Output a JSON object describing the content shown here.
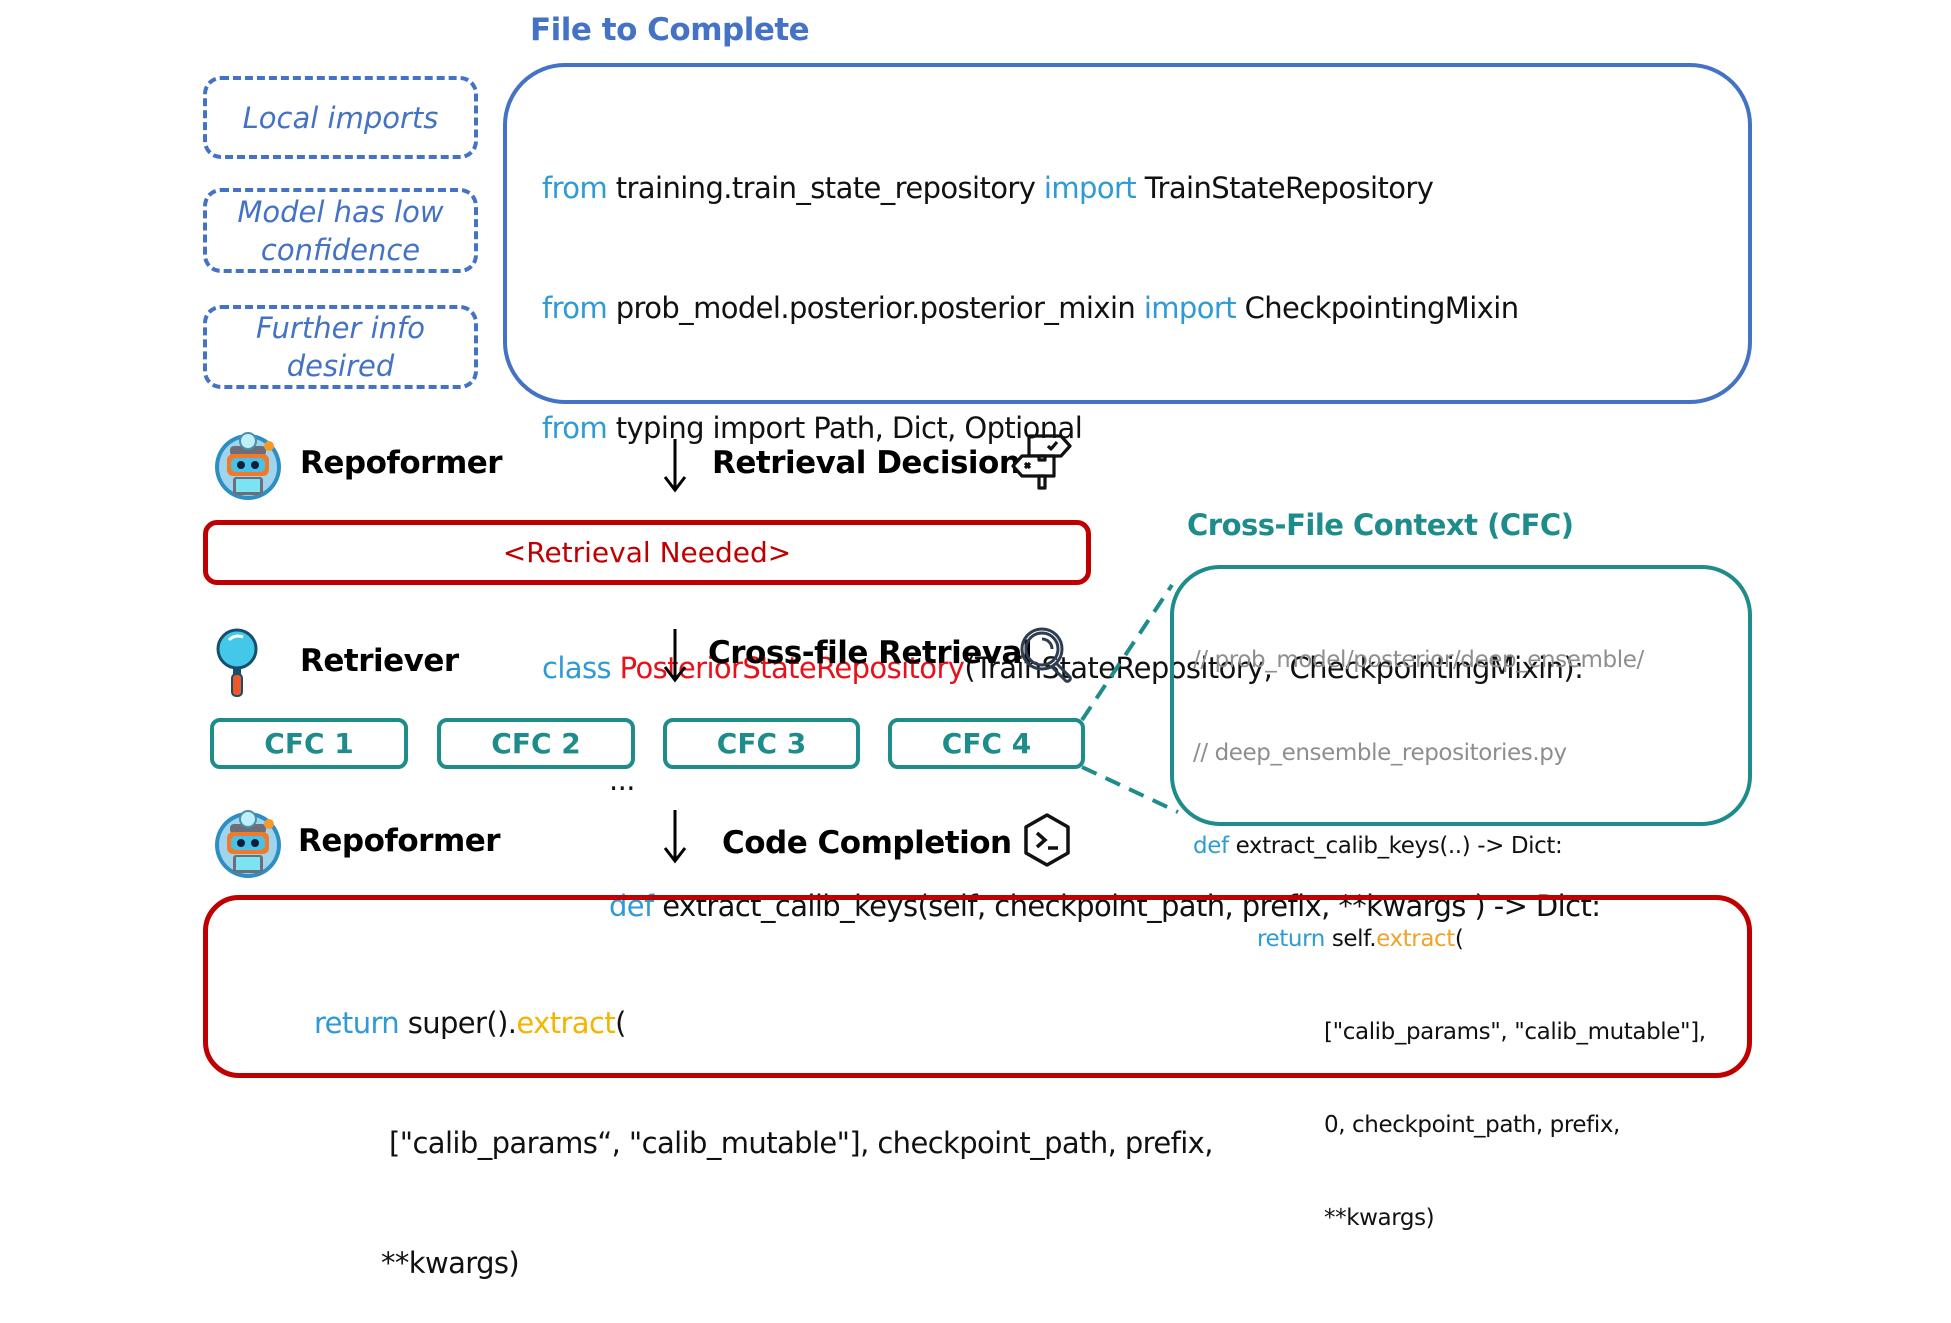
{
  "file_to_complete": {
    "title": "File to Complete",
    "lines": [
      {
        "parts": [
          {
            "t": "from ",
            "c": "kw"
          },
          {
            "t": "training.train_state_repository ",
            "c": ""
          },
          {
            "t": "import ",
            "c": "kw"
          },
          {
            "t": "TrainStateRepository",
            "c": ""
          }
        ]
      },
      {
        "parts": [
          {
            "t": "from ",
            "c": "kw"
          },
          {
            "t": "prob_model.posterior.posterior_mixin ",
            "c": ""
          },
          {
            "t": "import ",
            "c": "kw"
          },
          {
            "t": "CheckpointingMixin",
            "c": ""
          }
        ]
      },
      {
        "parts": [
          {
            "t": "from ",
            "c": "kw"
          },
          {
            "t": "typing import Path, Dict, Optional",
            "c": ""
          }
        ]
      },
      {
        "parts": [
          {
            "t": "class ",
            "c": "kw"
          },
          {
            "t": "PosteriorStateRepository",
            "c": "cls"
          },
          {
            "t": "(TrainStateRepository,  CheckpointingMixin):",
            "c": ""
          }
        ]
      },
      {
        "parts": [
          {
            "t": "...",
            "c": ""
          }
        ]
      },
      {
        "parts": [
          {
            "t": "def ",
            "c": "kw"
          },
          {
            "t": "extract_calib_keys(self, checkpoint_path, prefix, **kwargs ) -> Dict:",
            "c": ""
          }
        ]
      }
    ]
  },
  "triggers": [
    {
      "label": "Local imports"
    },
    {
      "label": "Model has low confidence"
    },
    {
      "label": "Further info desired"
    }
  ],
  "steps": {
    "repoformer_1": {
      "actor": "Repoformer",
      "action": "Retrieval Decision",
      "icon": "signpost-icon"
    },
    "decision_output": "<Retrieval Needed>",
    "retriever": {
      "actor": "Retriever",
      "action": "Cross-file Retrieval",
      "icon": "magnifier-icon"
    },
    "repoformer_2": {
      "actor": "Repoformer",
      "action": "Code Completion",
      "icon": "terminal-icon"
    }
  },
  "cfc_chips": [
    "CFC 1",
    "CFC 2",
    "CFC 3",
    "CFC 4"
  ],
  "cross_file_context": {
    "title": "Cross-File Context (CFC)",
    "lines": [
      {
        "parts": [
          {
            "t": "// prob_model/posterior/deep_ensemble/",
            "c": "cmt"
          }
        ]
      },
      {
        "parts": [
          {
            "t": "// deep_ensemble_repositories.py",
            "c": "cmt"
          }
        ]
      },
      {
        "parts": [
          {
            "t": "def ",
            "c": "kw"
          },
          {
            "t": "extract_calib_keys(..) -> Dict:",
            "c": ""
          }
        ]
      },
      {
        "parts": [
          {
            "t": "return ",
            "c": "kw"
          },
          {
            "t": "self.",
            "c": ""
          },
          {
            "t": "extract",
            "c": "fn-orange"
          },
          {
            "t": "(",
            "c": ""
          }
        ]
      },
      {
        "parts": [
          {
            "t": "[\"calib_params\", \"calib_mutable\"],",
            "c": ""
          }
        ]
      },
      {
        "parts": [
          {
            "t": "0, checkpoint_path, prefix,",
            "c": ""
          }
        ]
      },
      {
        "parts": [
          {
            "t": "**kwargs)",
            "c": ""
          }
        ]
      }
    ]
  },
  "completion": {
    "lines": [
      {
        "parts": [
          {
            "t": "return ",
            "c": "kw"
          },
          {
            "t": "super().",
            "c": ""
          },
          {
            "t": "extract",
            "c": "fn-yellow"
          },
          {
            "t": "(",
            "c": ""
          }
        ]
      },
      {
        "parts": [
          {
            "t": "[\"calib_params“, \"calib_mutable\"], checkpoint_path, prefix,",
            "c": ""
          }
        ]
      },
      {
        "parts": [
          {
            "t": "**kwargs)",
            "c": ""
          }
        ]
      }
    ]
  },
  "colors": {
    "blue": "#4472C4",
    "teal": "#1E8C8A",
    "red": "#C00000",
    "keyword": "#2E9BD6",
    "class_name": "#E8101A"
  }
}
